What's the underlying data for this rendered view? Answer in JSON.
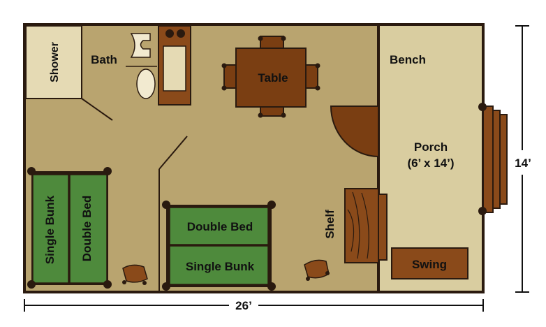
{
  "rooms": {
    "shower": "Shower",
    "bath": "Bath",
    "table": "Table",
    "bench": "Bench",
    "porch_title": "Porch",
    "porch_size": "(6’ x 14’)",
    "shelf": "Shelf",
    "swing": "Swing"
  },
  "beds": {
    "left_single": "Single Bunk",
    "left_double": "Double Bed",
    "center_double": "Double Bed",
    "center_single": "Single Bunk"
  },
  "dimensions": {
    "width": "26’",
    "depth": "14’"
  },
  "colors": {
    "floor": "#B9A46F",
    "porch": "#D9CDA0",
    "wall": "#2A1A0F",
    "furniture": "#7A3E12",
    "bed": "#4E8A3C",
    "shower": "#E5DAB4"
  }
}
